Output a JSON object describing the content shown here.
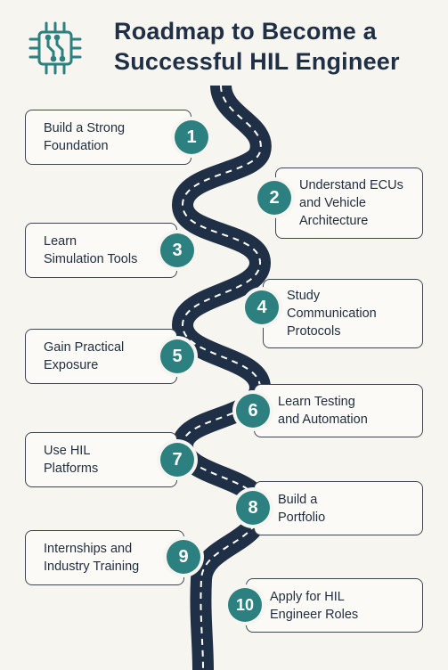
{
  "title_line1": "Roadmap to Become a",
  "title_line2": "Successful HIL Engineer",
  "icon": "circuit-chip-icon",
  "colors": {
    "accent": "#2c8080",
    "road": "#1f3046",
    "text": "#1f2d3d",
    "background": "#f7f5f0"
  },
  "steps": [
    {
      "number": "1",
      "line1": "Build a Strong",
      "line2": "Foundation",
      "line3": ""
    },
    {
      "number": "2",
      "line1": "Understand ECUs",
      "line2": "and Vehicle",
      "line3": "Architecture"
    },
    {
      "number": "3",
      "line1": "Learn",
      "line2": "Simulation Tools",
      "line3": ""
    },
    {
      "number": "4",
      "line1": "Study",
      "line2": "Communication",
      "line3": "Protocols"
    },
    {
      "number": "5",
      "line1": "Gain Practical",
      "line2": "Exposure",
      "line3": ""
    },
    {
      "number": "6",
      "line1": "Learn Testing",
      "line2": "and Automation",
      "line3": ""
    },
    {
      "number": "7",
      "line1": "Use HIL",
      "line2": "Platforms",
      "line3": ""
    },
    {
      "number": "8",
      "line1": "Build a",
      "line2": "Portfolio",
      "line3": ""
    },
    {
      "number": "9",
      "line1": "Internships and",
      "line2": "Industry Training",
      "line3": ""
    },
    {
      "number": "10",
      "line1": "Apply for HIL",
      "line2": "Engineer Roles",
      "line3": ""
    }
  ]
}
